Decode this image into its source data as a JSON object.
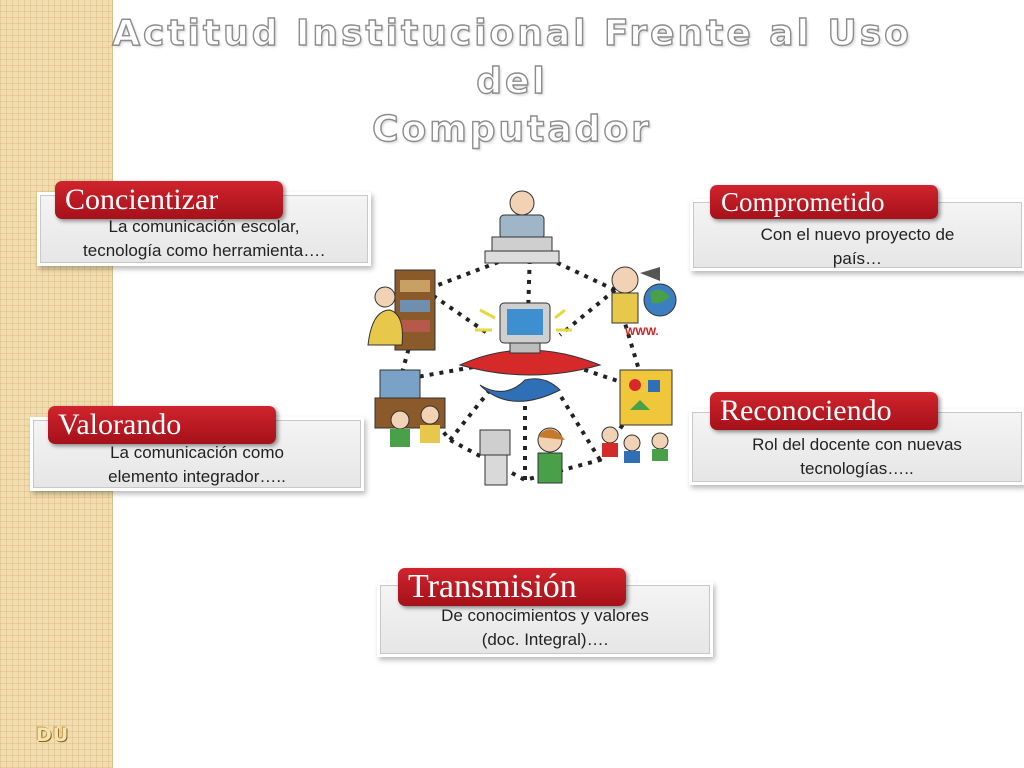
{
  "slide": {
    "title_line1": "Actitud Institucional Frente al Uso del",
    "title_line2": "Computador",
    "footer_logo": "DU"
  },
  "cards": {
    "concientizar": {
      "label": "Concientizar",
      "line1": "La comunicación  escolar,",
      "line2": "tecnología como herramienta…."
    },
    "comprometido": {
      "label": "Comprometido",
      "line1": "Con el nuevo proyecto de",
      "line2": "país…"
    },
    "valorando": {
      "label": "Valorando",
      "line1": "La comunicación como",
      "line2": "elemento integrador….."
    },
    "reconociendo": {
      "label": "Reconociendo",
      "line1": "Rol del docente con nuevas",
      "line2": "tecnologías….."
    },
    "transmision": {
      "label": "Transmisión",
      "line1": "De conocimientos y valores",
      "line2": "(doc. Integral)…."
    }
  },
  "diagram": {
    "badge_text": "WWW."
  },
  "colors": {
    "label_red": "#b81820",
    "strip": "#f2ddb0",
    "title_stroke": "#8c8c8c"
  }
}
